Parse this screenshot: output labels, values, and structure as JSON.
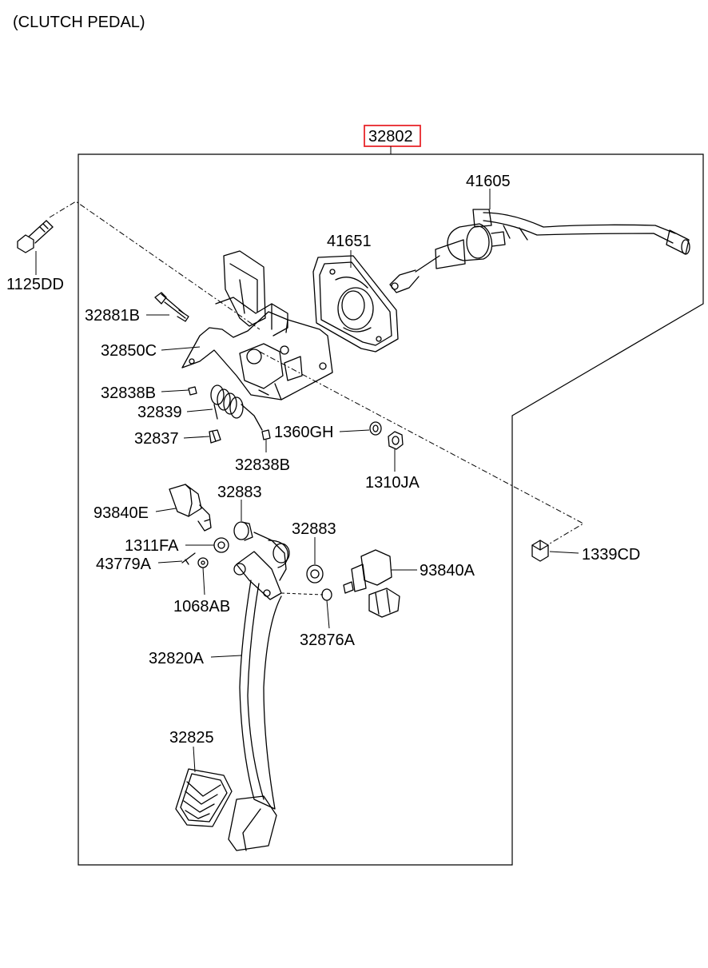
{
  "title": "(CLUTCH PEDAL)",
  "assembly_label": "32802",
  "highlight_color": "#e8262b",
  "parts": {
    "p41605": "41605",
    "p41651": "41651",
    "p1125DD": "1125DD",
    "p32881B": "32881B",
    "p32850C": "32850C",
    "p32838B_top": "32838B",
    "p32839": "32839",
    "p32837": "32837",
    "p1360GH": "1360GH",
    "p32838B_bottom": "32838B",
    "p1310JA": "1310JA",
    "p93840E": "93840E",
    "p32883_a": "32883",
    "p32883_b": "32883",
    "p1311FA": "1311FA",
    "p43779A": "43779A",
    "p1068AB": "1068AB",
    "p93840A": "93840A",
    "p32876A": "32876A",
    "p1339CD": "1339CD",
    "p32820A": "32820A",
    "p32825": "32825"
  }
}
